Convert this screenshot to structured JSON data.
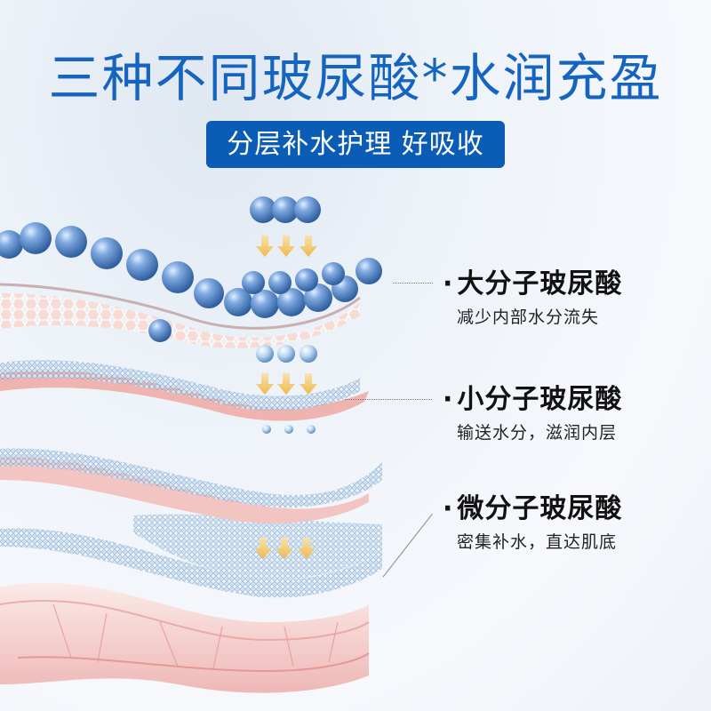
{
  "header": {
    "title": "三种不同玻尿酸*水润充盈",
    "badge": "分层补水护理 好吸收"
  },
  "layers": [
    {
      "name": "大分子玻尿酸",
      "desc": "减少内部水分流失"
    },
    {
      "name": "小分子玻尿酸",
      "desc": "输送水分，滋润内层"
    },
    {
      "name": "微分子玻尿酸",
      "desc": "密集补水，直达肌底"
    }
  ],
  "bullet": "·",
  "colors": {
    "title": "#1565c0",
    "badge_bg": "#0b5cb5",
    "droplet": "#5b8fd0",
    "skin": "#f0c8c4",
    "arrow": "#f2c060"
  }
}
